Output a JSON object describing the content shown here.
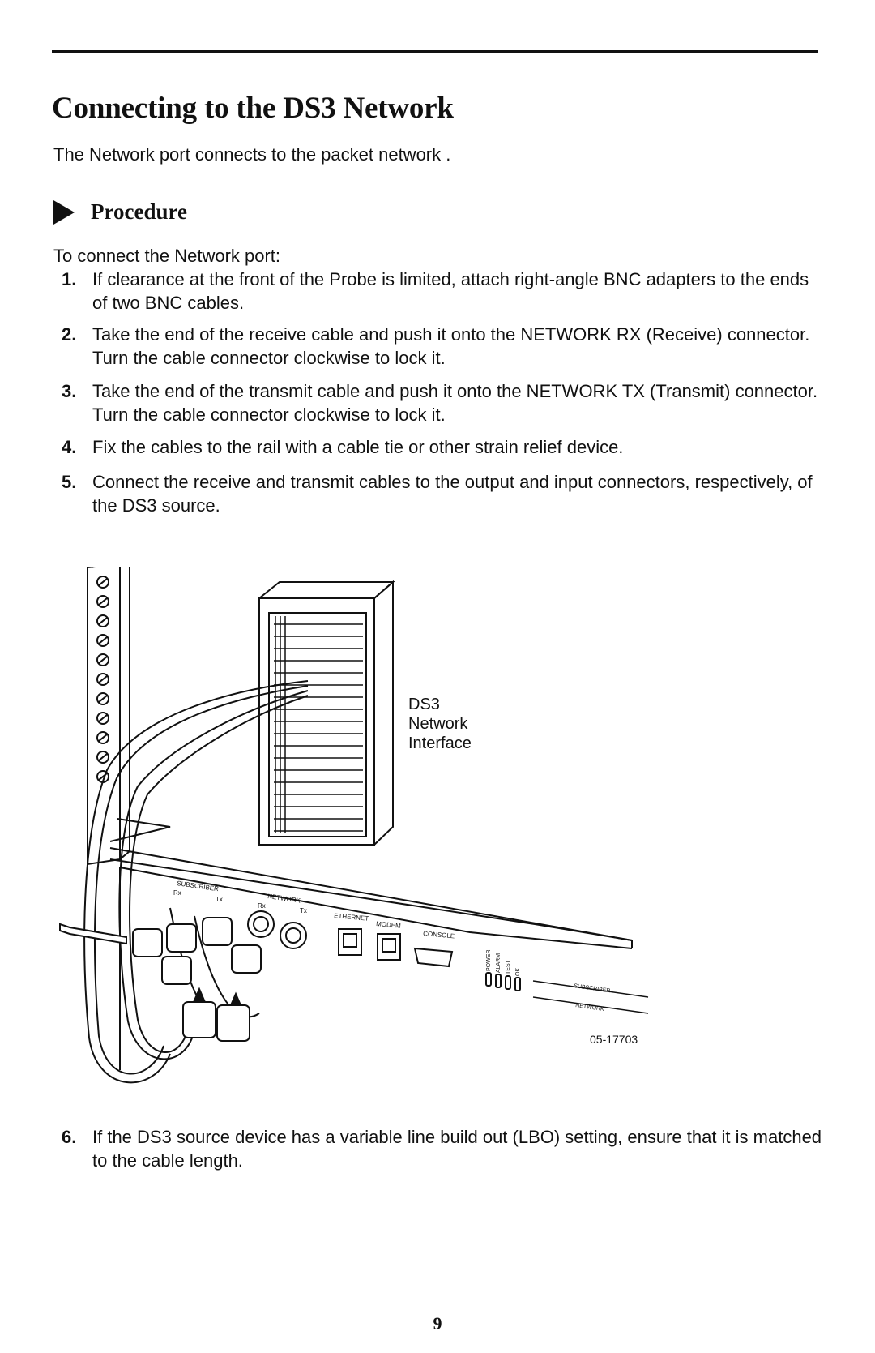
{
  "title": "Connecting to the DS3 Network",
  "intro": "The Network port connects to the packet network .",
  "procedure": {
    "icon": "procedure-arrow-icon",
    "heading": "Procedure",
    "lead": "To connect the Network port:",
    "steps": [
      {
        "num": "1.",
        "text": "If clearance at the front of the Probe is limited, attach right-angle BNC adapters to the ends of two BNC cables."
      },
      {
        "num": "2.",
        "text": "Take the end of the receive cable and push it onto the NETWORK RX (Receive) connector. Turn the cable connector clockwise to lock it."
      },
      {
        "num": "3.",
        "text": "Take the end of the transmit cable and push it onto the NETWORK TX (Transmit) connector. Turn the cable connector clockwise to lock it."
      },
      {
        "num": "4.",
        "text": "Fix the cables to the rail with a cable tie or other strain relief device."
      },
      {
        "num": "5.",
        "text": "Connect the receive and transmit cables to the output and input connectors, respectively, of the DS3 source."
      },
      {
        "num": "6.",
        "text": "If the DS3 source device has a variable line build out (LBO) setting, ensure that it is matched to the cable length."
      }
    ]
  },
  "figure": {
    "callout_lines": [
      "DS3",
      "Network",
      "Interface"
    ],
    "panel_labels": {
      "subscriber": "SUBSCRIBER",
      "network": "NETWORK",
      "rx": "Rx",
      "tx": "Tx",
      "ethernet": "ETHERNET",
      "modem": "MODEM",
      "console": "CONSOLE",
      "power": "POWER",
      "alarm": "ALARM",
      "test": "TEST",
      "ok": "OK"
    },
    "figure_id": "05-17703"
  },
  "page_number": "9"
}
